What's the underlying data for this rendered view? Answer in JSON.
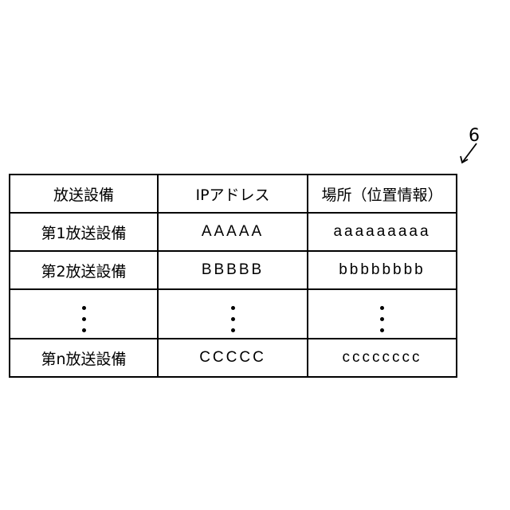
{
  "figure_ref": "6",
  "table": {
    "headers": [
      "放送設備",
      "IPアドレス",
      "場所（位置情報）"
    ],
    "rows": [
      [
        "第1放送設備",
        "AAAAA",
        "aaaaaaaaa"
      ],
      [
        "第2放送設備",
        "BBBBB",
        "bbbbbbbb"
      ],
      [
        "第n放送設備",
        "CCCCC",
        "cccccccc"
      ]
    ]
  }
}
